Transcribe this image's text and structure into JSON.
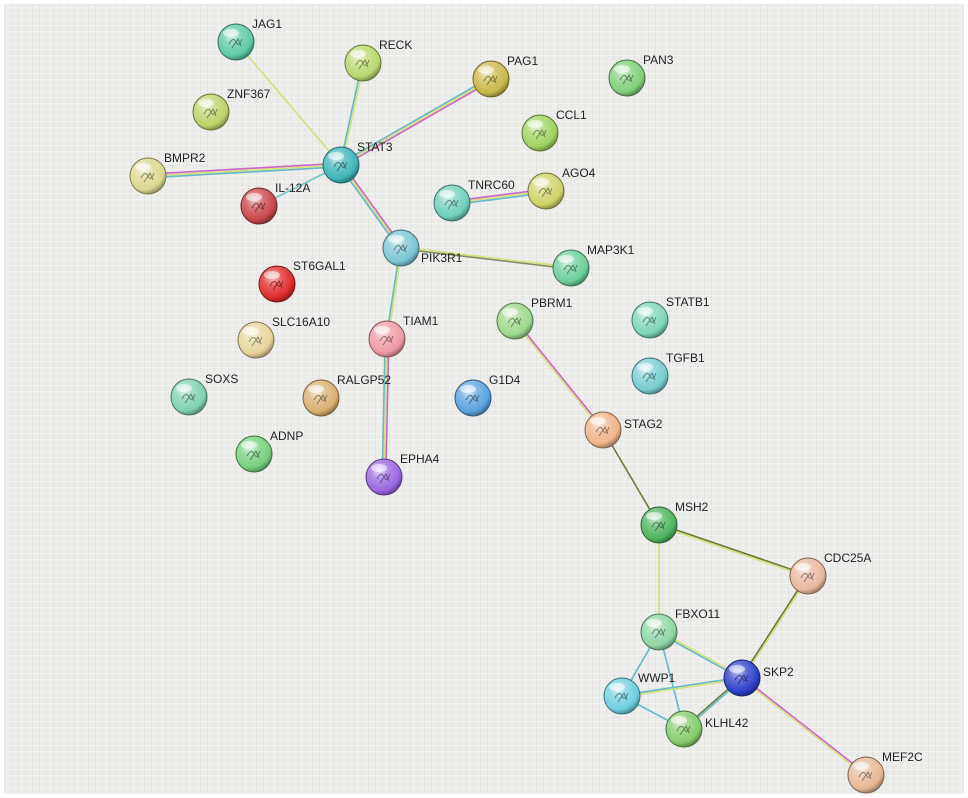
{
  "nodes": [
    {
      "id": "JAG1",
      "label": "JAG1",
      "color": "#5fc9a6"
    },
    {
      "id": "RECK",
      "label": "RECK",
      "color": "#b9d86e"
    },
    {
      "id": "PAG1",
      "label": "PAG1",
      "color": "#c9b84a"
    },
    {
      "id": "PAN3",
      "label": "PAN3",
      "color": "#82cf7a"
    },
    {
      "id": "ZNF367",
      "label": "ZNF367",
      "color": "#bcd36a"
    },
    {
      "id": "CCL1",
      "label": "CCL1",
      "color": "#9fd45f"
    },
    {
      "id": "STAT3",
      "label": "STAT3",
      "color": "#3fb5b8"
    },
    {
      "id": "BMPR2",
      "label": "BMPR2",
      "color": "#dcd890"
    },
    {
      "id": "IL-12A",
      "label": "IL-12A",
      "color": "#c8474a"
    },
    {
      "id": "TNRC60",
      "label": "TNRC60",
      "color": "#6fcfba"
    },
    {
      "id": "AGO4",
      "label": "AGO4",
      "color": "#cfd36a"
    },
    {
      "id": "PIK3R1",
      "label": "PIK3R1",
      "color": "#7cc6d6"
    },
    {
      "id": "MAP3K1",
      "label": "MAP3K1",
      "color": "#6ccf9c"
    },
    {
      "id": "ST6GAL1",
      "label": "ST6GAL1",
      "color": "#e02a2a"
    },
    {
      "id": "PBRM1",
      "label": "PBRM1",
      "color": "#9ed98a"
    },
    {
      "id": "STATB1",
      "label": "STATB1",
      "color": "#7dd6b8"
    },
    {
      "id": "SLC16A10",
      "label": "SLC16A10",
      "color": "#e6d49a"
    },
    {
      "id": "TIAM1",
      "label": "TIAM1",
      "color": "#ee9aa4"
    },
    {
      "id": "TGFB1",
      "label": "TGFB1",
      "color": "#78cdd2"
    },
    {
      "id": "SOXS",
      "label": "SOXS",
      "color": "#7fd1b0"
    },
    {
      "id": "RALGP52",
      "label": "RALGP52",
      "color": "#d8b070"
    },
    {
      "id": "G1D4",
      "label": "G1D4",
      "color": "#5aa3df"
    },
    {
      "id": "STAG2",
      "label": "STAG2",
      "color": "#efb48a"
    },
    {
      "id": "ADNP",
      "label": "ADNP",
      "color": "#77d07e"
    },
    {
      "id": "EPHA4",
      "label": "EPHA4",
      "color": "#9a68e0"
    },
    {
      "id": "MSH2",
      "label": "MSH2",
      "color": "#4fb45c"
    },
    {
      "id": "CDC25A",
      "label": "CDC25A",
      "color": "#e9b8a0"
    },
    {
      "id": "FBXO11",
      "label": "FBXO11",
      "color": "#8fd6a4"
    },
    {
      "id": "SKP2",
      "label": "SKP2",
      "color": "#2c3fc9"
    },
    {
      "id": "WWP1",
      "label": "WWP1",
      "color": "#6fcfe0"
    },
    {
      "id": "KLHL42",
      "label": "KLHL42",
      "color": "#86cc6a"
    },
    {
      "id": "MEF2C",
      "label": "MEF2C",
      "color": "#e7b896"
    }
  ],
  "edges": [
    {
      "source": "JAG1",
      "target": "STAT3",
      "colors": [
        "#d4e07a"
      ]
    },
    {
      "source": "RECK",
      "target": "STAT3",
      "colors": [
        "#d4e07a",
        "#66b7c8"
      ]
    },
    {
      "source": "PAG1",
      "target": "STAT3",
      "colors": [
        "#c966c8",
        "#d4e07a",
        "#66b7c8"
      ]
    },
    {
      "source": "BMPR2",
      "target": "STAT3",
      "colors": [
        "#c966c8",
        "#d4e07a",
        "#66b7c8"
      ]
    },
    {
      "source": "IL-12A",
      "target": "STAT3",
      "colors": [
        "#66c9c8"
      ]
    },
    {
      "source": "STAT3",
      "target": "PIK3R1",
      "colors": [
        "#c966c8",
        "#d4e07a",
        "#66b7c8"
      ]
    },
    {
      "source": "TNRC60",
      "target": "AGO4",
      "colors": [
        "#c966c8",
        "#d4e07a",
        "#66b7c8"
      ]
    },
    {
      "source": "PIK3R1",
      "target": "MAP3K1",
      "colors": [
        "#d4e07a",
        "#8a8a6a"
      ]
    },
    {
      "source": "PIK3R1",
      "target": "TIAM1",
      "colors": [
        "#d4e07a",
        "#66b7c8"
      ]
    },
    {
      "source": "TIAM1",
      "target": "EPHA4",
      "colors": [
        "#c966c8",
        "#d4e07a",
        "#66b7c8"
      ]
    },
    {
      "source": "PBRM1",
      "target": "STAG2",
      "colors": [
        "#c966c8",
        "#d4e07a"
      ]
    },
    {
      "source": "STAG2",
      "target": "MSH2",
      "colors": [
        "#6a7a3a"
      ]
    },
    {
      "source": "MSH2",
      "target": "CDC25A",
      "colors": [
        "#6a7a3a",
        "#d4e07a"
      ]
    },
    {
      "source": "MSH2",
      "target": "FBXO11",
      "colors": [
        "#d4e07a"
      ]
    },
    {
      "source": "CDC25A",
      "target": "SKP2",
      "colors": [
        "#d4e07a",
        "#6a7a3a"
      ]
    },
    {
      "source": "FBXO11",
      "target": "SKP2",
      "colors": [
        "#d4e07a",
        "#66b7c8"
      ]
    },
    {
      "source": "FBXO11",
      "target": "WWP1",
      "colors": [
        "#66b7c8"
      ]
    },
    {
      "source": "FBXO11",
      "target": "KLHL42",
      "colors": [
        "#66b7c8"
      ]
    },
    {
      "source": "SKP2",
      "target": "WWP1",
      "colors": [
        "#d4e07a",
        "#66b7c8"
      ]
    },
    {
      "source": "SKP2",
      "target": "KLHL42",
      "colors": [
        "#66b7c8",
        "#6a7a3a"
      ]
    },
    {
      "source": "WWP1",
      "target": "KLHL42",
      "colors": [
        "#66b7c8"
      ]
    },
    {
      "source": "SKP2",
      "target": "MEF2C",
      "colors": [
        "#c966c8",
        "#d4e07a"
      ]
    }
  ]
}
